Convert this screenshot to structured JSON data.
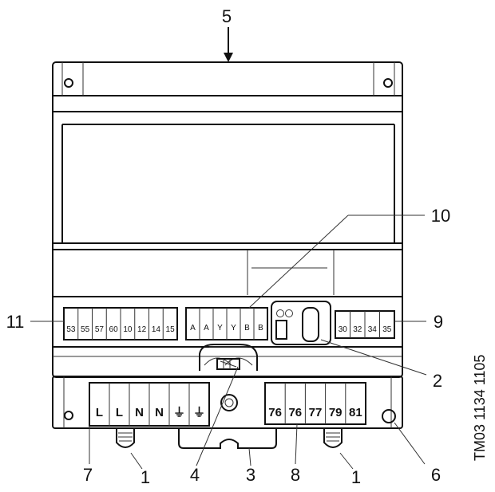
{
  "callouts": {
    "c5": "5",
    "c10": "10",
    "c11": "11",
    "c9": "9",
    "c2": "2",
    "c7": "7",
    "c1_left": "1",
    "c4": "4",
    "c3": "3",
    "c8": "8",
    "c1_right": "1",
    "c6": "6"
  },
  "terminal_groups": {
    "left_block": [
      "53",
      "55",
      "57",
      "60",
      "10",
      "12",
      "14",
      "15"
    ],
    "bus_block": [
      "A",
      "A",
      "Y",
      "Y",
      "B",
      "B"
    ],
    "right_block": [
      "30",
      "32",
      "34",
      "35"
    ],
    "power_block": [
      "L",
      "L",
      "N",
      "N",
      "⏚",
      "⏚"
    ],
    "relay_block": [
      "76",
      "76",
      "77",
      "79",
      "81"
    ]
  },
  "reference_code": "TM03 1134 1105"
}
